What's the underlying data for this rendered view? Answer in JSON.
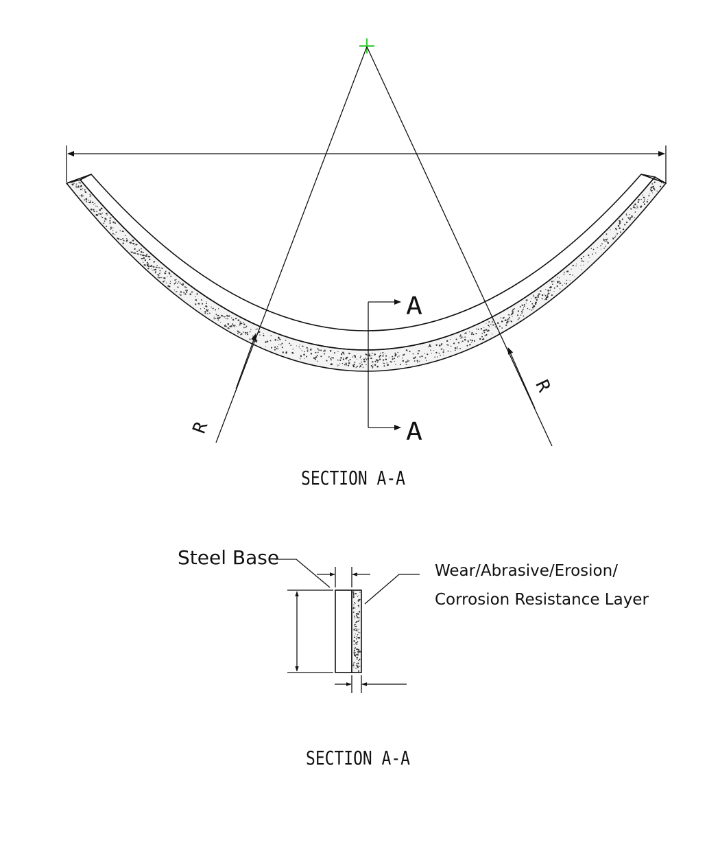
{
  "radius_label_left": "R",
  "radius_label_right": "R",
  "cut_marker_top": "A",
  "cut_marker_bottom": "A",
  "section_title_top": "SECTION A-A",
  "section_title_bottom": "SECTION A-A",
  "steel_base_label": "Steel Base",
  "layer_label_line1": "Wear/Abrasive/Erosion/",
  "layer_label_line2": "Corrosion Resistance Layer",
  "colors": {
    "line": "#111111",
    "center_mark": "#33cc33",
    "stipple": "#333333"
  }
}
